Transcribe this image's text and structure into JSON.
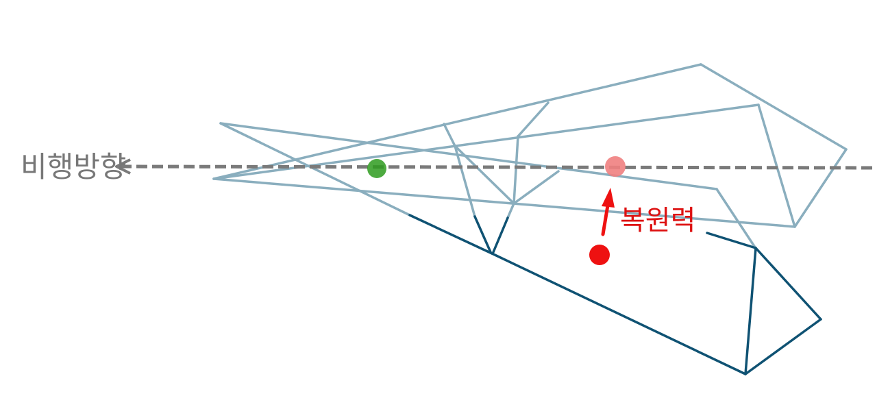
{
  "labels": {
    "flight_direction": "비행방향",
    "restoring_force": "복원력"
  },
  "colors": {
    "background": "#ffffff",
    "plane_faded": "#8aaebe",
    "plane_dark": "#0f5273",
    "direction_line": "#7a7a7a",
    "direction_label": "#777777",
    "green_point": "#2e9b1e",
    "red_point": "#ee1111",
    "red_faded_point": "#f08080",
    "restoring_text": "#dd1111",
    "arrow": "#ee1111"
  },
  "icons": {
    "green_point": "green-dot",
    "red_faded_point": "faded-red-dot",
    "red_point": "red-dot",
    "direction_arrow": "arrowhead-left",
    "restoring_arrow": "arrow-up"
  }
}
